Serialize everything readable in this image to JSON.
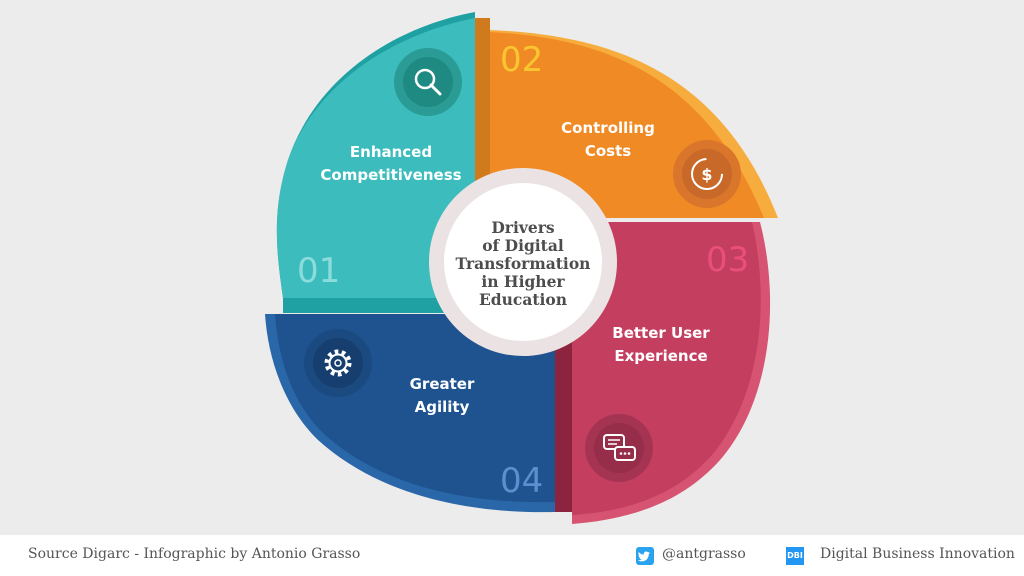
{
  "center": {
    "title_lines": [
      "Drivers",
      "of Digital",
      "Transformation",
      "in Higher",
      "Education"
    ]
  },
  "segments": [
    {
      "number": "01",
      "label_lines": [
        "Enhanced",
        "Competitiveness"
      ],
      "color": "#3cbcbd",
      "icon": "magnifier-icon"
    },
    {
      "number": "02",
      "label_lines": [
        "Controlling",
        "Costs"
      ],
      "color": "#f08a24",
      "icon": "dollar-coin-icon"
    },
    {
      "number": "03",
      "label_lines": [
        "Better User",
        "Experience"
      ],
      "color": "#c43f5f",
      "icon": "chat-bubbles-icon"
    },
    {
      "number": "04",
      "label_lines": [
        "Greater",
        "Agility"
      ],
      "color": "#1f5390",
      "icon": "gear-icon"
    }
  ],
  "footer": {
    "source": "Source Digarc - Infographic by Antonio Grasso",
    "twitter_handle": "@antgrasso",
    "dbi_logo_text": "DBI",
    "brand": "Digital Business Innovation"
  }
}
